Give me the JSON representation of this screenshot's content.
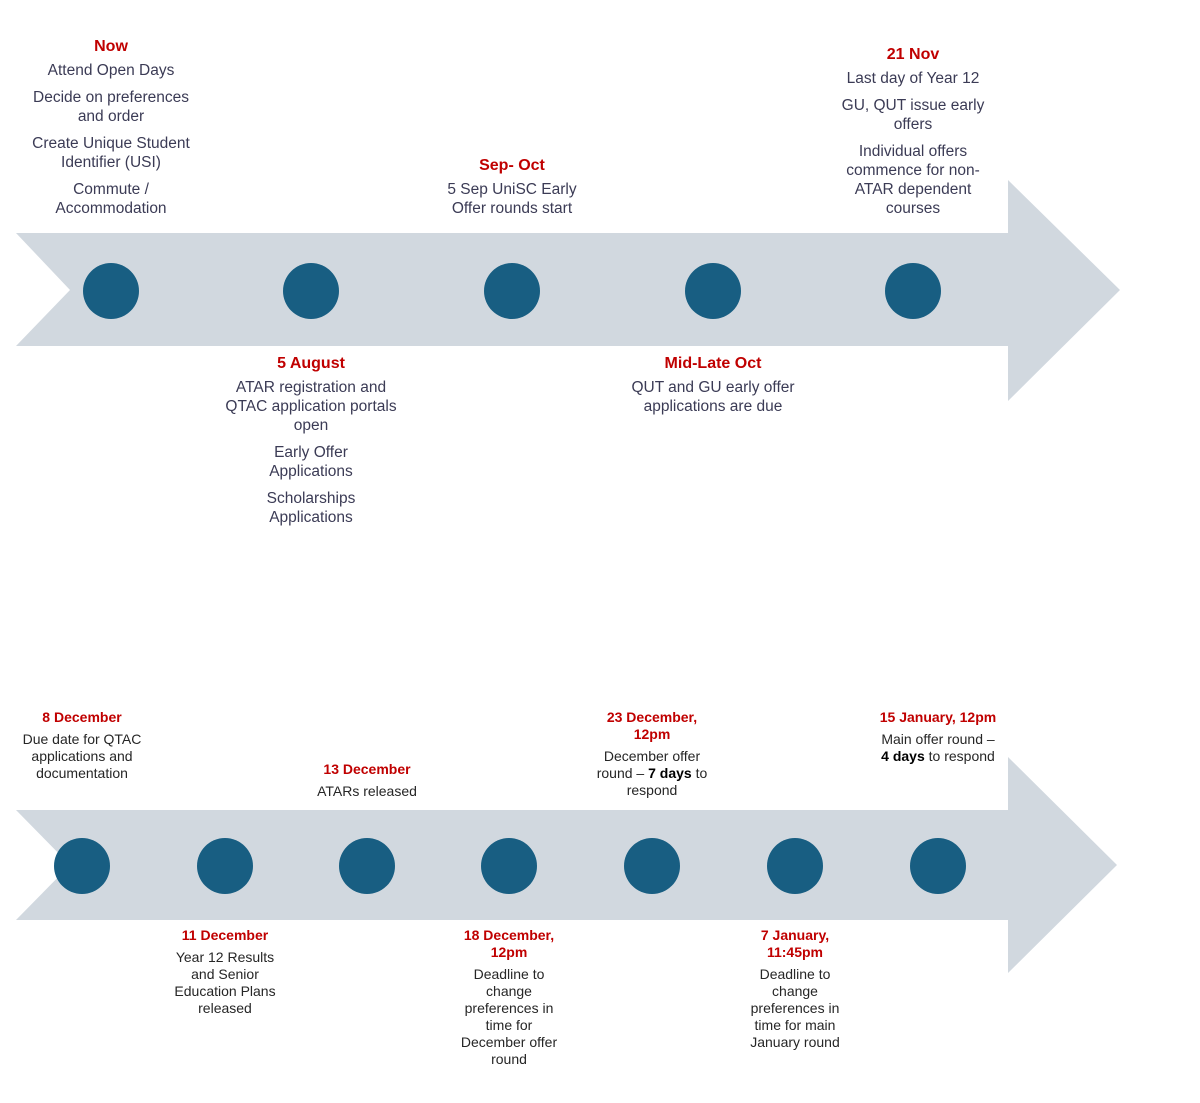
{
  "timeline_1": {
    "events": [
      {
        "date": "Now",
        "items": [
          "Attend Open Days",
          "Decide on preferences and order",
          "Create Unique Student Identifier (USI)",
          "Commute / Accommodation"
        ]
      },
      {
        "date": "5 August",
        "items": [
          "ATAR registration and QTAC application portals open",
          "Early Offer Applications",
          "Scholarships Applications"
        ]
      },
      {
        "date": "Sep- Oct",
        "items": [
          "5 Sep UniSC Early Offer rounds start"
        ]
      },
      {
        "date": "Mid-Late Oct",
        "items": [
          "QUT and GU early offer applications are due"
        ]
      },
      {
        "date": "21 Nov",
        "items": [
          "Last day of Year 12",
          "GU, QUT issue early offers",
          "Individual offers commence for non-ATAR dependent courses"
        ]
      }
    ]
  },
  "timeline_2": {
    "events": [
      {
        "date": "8 December",
        "text": "Due date for QTAC applications and documentation"
      },
      {
        "date": "11 December",
        "text": "Year 12 Results and Senior Education Plans released"
      },
      {
        "date": "13 December",
        "text": "ATARs released"
      },
      {
        "date": "18 December, 12pm",
        "text": "Deadline to change preferences in time for December offer round"
      },
      {
        "date": "23 December, 12pm",
        "text_pre": "December offer round – ",
        "text_bold": "7 days",
        "text_post": " to respond"
      },
      {
        "date": "7 January, 11:45pm",
        "text": "Deadline to change preferences in time for main January round"
      },
      {
        "date": "15 January, 12pm",
        "text_pre": "Main offer round – ",
        "text_bold": "4 days",
        "text_post": " to respond"
      }
    ]
  },
  "colors": {
    "arrow": "#d1d8df",
    "dot": "#185e82",
    "date": "#c00000",
    "text": "#3b3b55"
  }
}
